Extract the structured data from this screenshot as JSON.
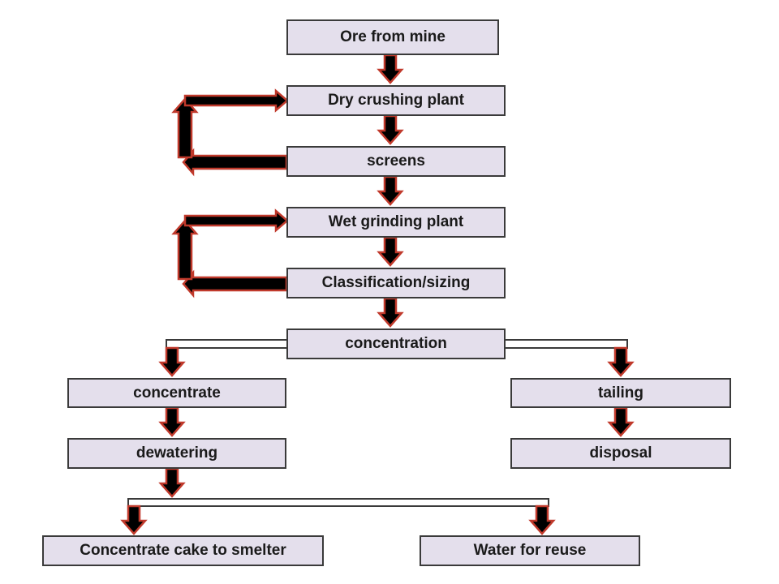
{
  "diagram": {
    "nodes": {
      "ore": "Ore from mine",
      "dry_crushing": "Dry crushing plant",
      "screens": "screens",
      "wet_grinding": "Wet grinding plant",
      "classification": "Classification/sizing",
      "concentration": "concentration",
      "concentrate": "concentrate",
      "tailing": "tailing",
      "dewatering": "dewatering",
      "disposal": "disposal",
      "cake": "Concentrate cake to smelter",
      "water": "Water for reuse"
    },
    "edges": [
      [
        "ore",
        "dry_crushing"
      ],
      [
        "dry_crushing",
        "screens"
      ],
      [
        "screens",
        "dry_crushing"
      ],
      [
        "screens",
        "wet_grinding"
      ],
      [
        "wet_grinding",
        "classification"
      ],
      [
        "classification",
        "wet_grinding"
      ],
      [
        "classification",
        "concentration"
      ],
      [
        "concentration",
        "concentrate"
      ],
      [
        "concentration",
        "tailing"
      ],
      [
        "concentrate",
        "dewatering"
      ],
      [
        "tailing",
        "disposal"
      ],
      [
        "dewatering",
        "cake"
      ],
      [
        "dewatering",
        "water"
      ]
    ],
    "colors": {
      "node_fill": "#e4dfec",
      "node_border": "#3a3a3a",
      "arrow_fill": "#000000",
      "arrow_outline": "#c0392b"
    }
  }
}
